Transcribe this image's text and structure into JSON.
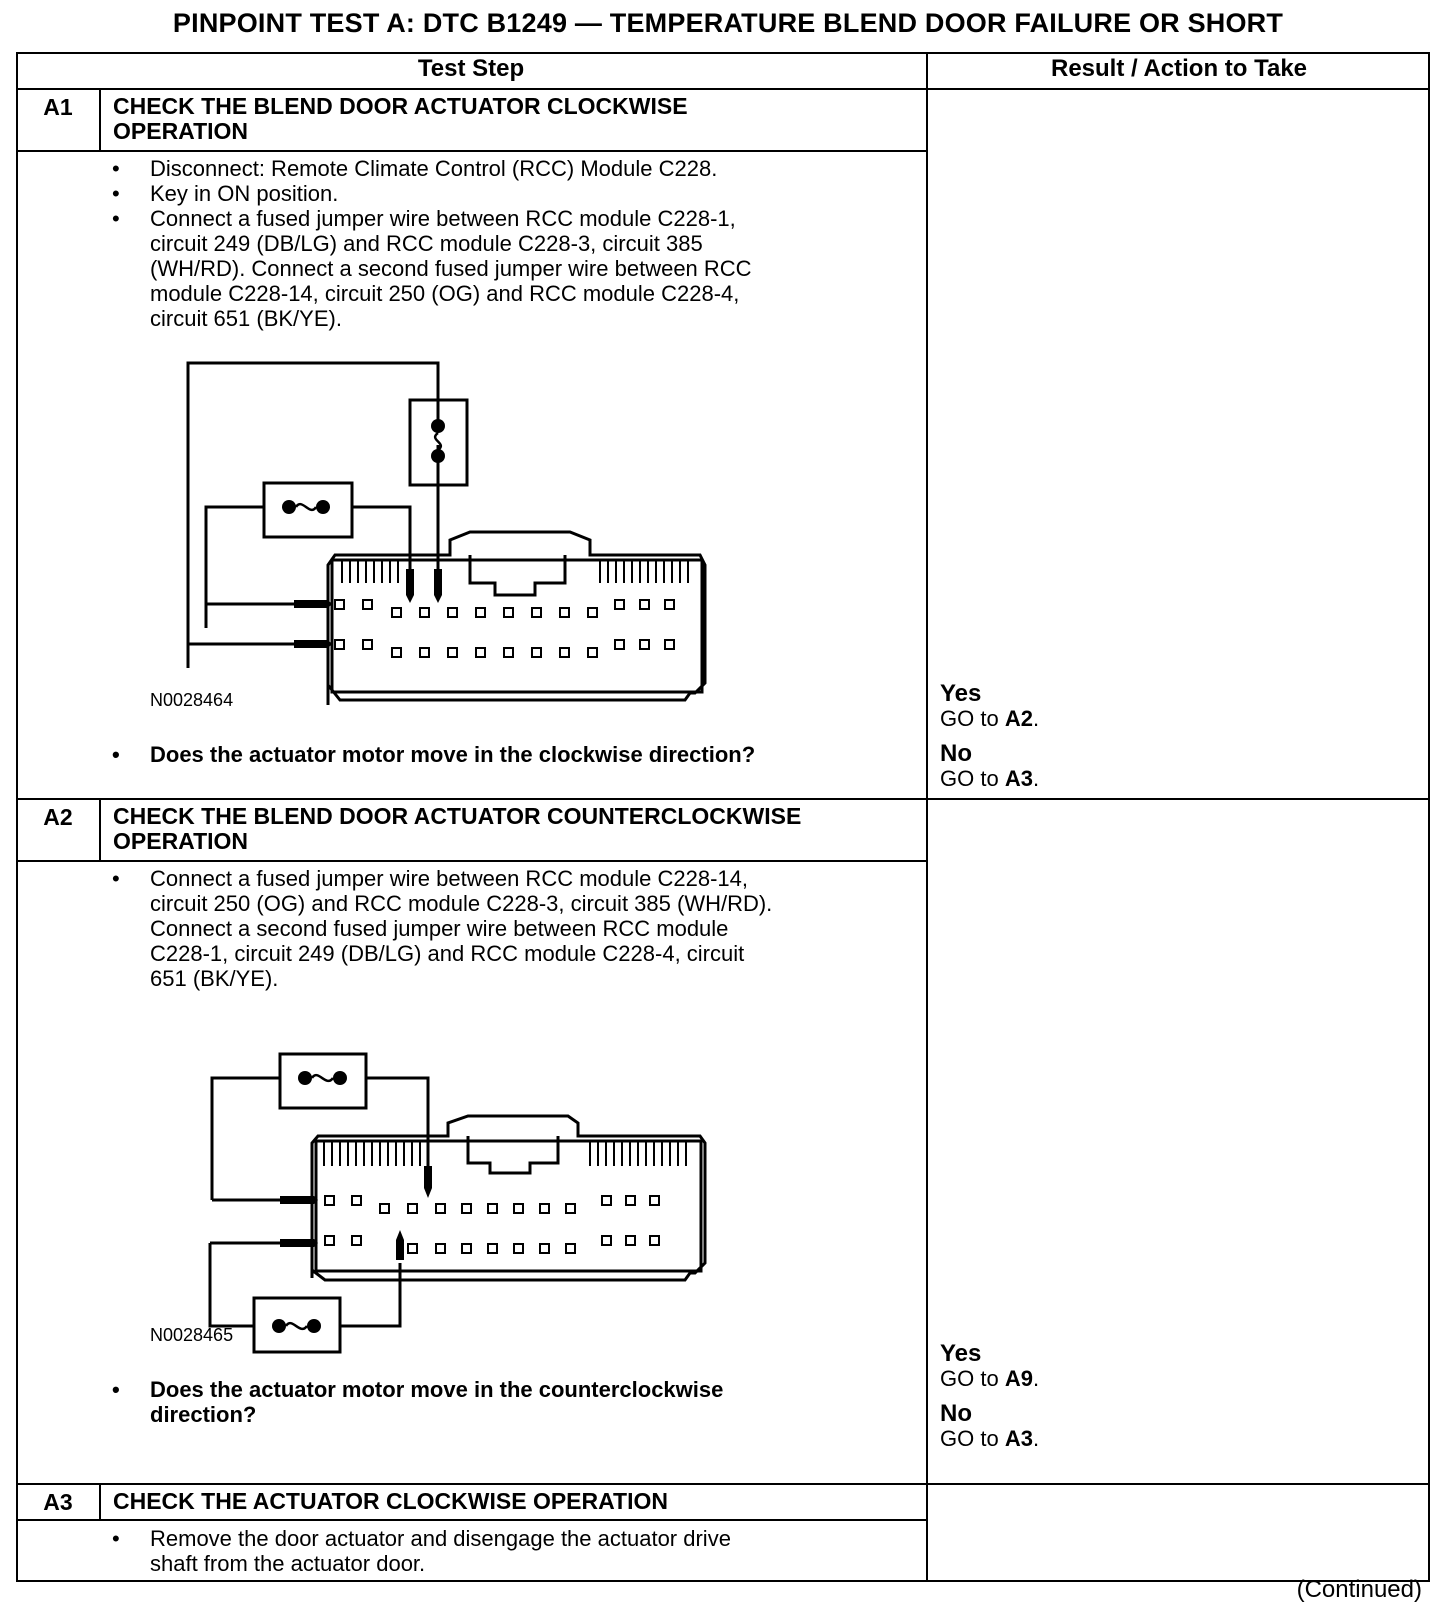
{
  "title": "PINPOINT TEST  A: DTC B1249 — TEMPERATURE BLEND DOOR FAILURE OR SHORT",
  "columns": {
    "test_step": "Test Step",
    "result": "Result / Action to Take"
  },
  "steps": [
    {
      "id": "A1",
      "heading_line1": "CHECK THE BLEND DOOR ACTUATOR CLOCKWISE",
      "heading_line2": "OPERATION",
      "bullets": [
        "Disconnect: Remote Climate Control (RCC) Module C228.",
        "Key in ON position."
      ],
      "bullet3_lines": [
        "Connect a fused jumper wire between RCC module C228-1,",
        "circuit 249 (DB/LG) and RCC module C228-3, circuit 385",
        "(WH/RD). Connect a second fused jumper wire between RCC",
        "module  C228-14, circuit 250 (OG) and RCC module C228-4,",
        "circuit 651 (BK/YE)."
      ],
      "figure_id": "N0028464",
      "question": "Does the actuator motor move in the clockwise direction?",
      "yes_label": "Yes",
      "yes_go": "GO to",
      "yes_target": "A2",
      "no_label": "No",
      "no_go": "GO to",
      "no_target": "A3"
    },
    {
      "id": "A2",
      "heading_line1": "CHECK THE BLEND DOOR ACTUATOR COUNTERCLOCKWISE",
      "heading_line2": "OPERATION",
      "bullet_lines": [
        "Connect a fused jumper wire between RCC module C228-14,",
        "circuit 250 (OG) and RCC module C228-3, circuit 385 (WH/RD).",
        "Connect a second fused jumper wire between RCC module",
        "C228-1, circuit 249 (DB/LG) and RCC module C228-4, circuit",
        "651 (BK/YE)."
      ],
      "figure_id": "N0028465",
      "question_line1": "Does the actuator motor move in the counterclockwise",
      "question_line2": "direction?",
      "yes_label": "Yes",
      "yes_go": "GO to",
      "yes_target": "A9",
      "no_label": "No",
      "no_go": "GO to",
      "no_target": "A3"
    },
    {
      "id": "A3",
      "heading_line1": "CHECK THE ACTUATOR CLOCKWISE OPERATION",
      "bullet_lines": [
        "Remove the door actuator and disengage the actuator drive",
        "shaft from the actuator door."
      ]
    }
  ],
  "bullet_char": "•",
  "period": ".",
  "footer": "(Continued)"
}
